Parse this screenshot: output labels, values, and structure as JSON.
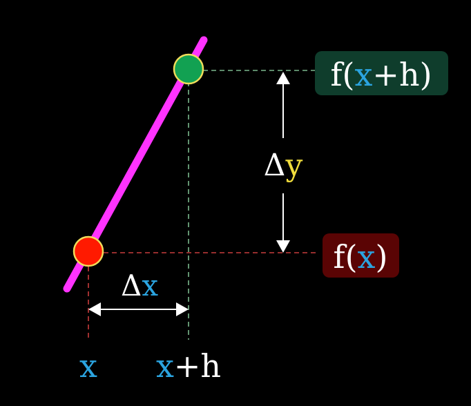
{
  "labels": {
    "fxh": {
      "prefix": "f(",
      "var": "x",
      "suffix": "+h)"
    },
    "fx": {
      "prefix": "f(",
      "var": "x",
      "suffix": ")"
    },
    "delta_y": {
      "delta": "Δ",
      "var": "y"
    },
    "delta_x": {
      "delta": "Δ",
      "var": "x"
    },
    "x_tick": "x",
    "xh_tick": {
      "var": "x",
      "suffix": "+h"
    }
  },
  "colors": {
    "background": "#000000",
    "line": "#ff33ff",
    "point_low": "#ff1a00",
    "point_high": "#12a152",
    "point_stroke": "#f0dc5a",
    "var_x": "#2ba4e0",
    "var_y": "#f0dc3c",
    "text": "#ffffff",
    "fxh_box": "#0f3d2c",
    "fx_box": "#5a0404",
    "guide_green": "#7ab88d",
    "guide_red": "#c83c3c",
    "arrow": "#ffffff"
  }
}
